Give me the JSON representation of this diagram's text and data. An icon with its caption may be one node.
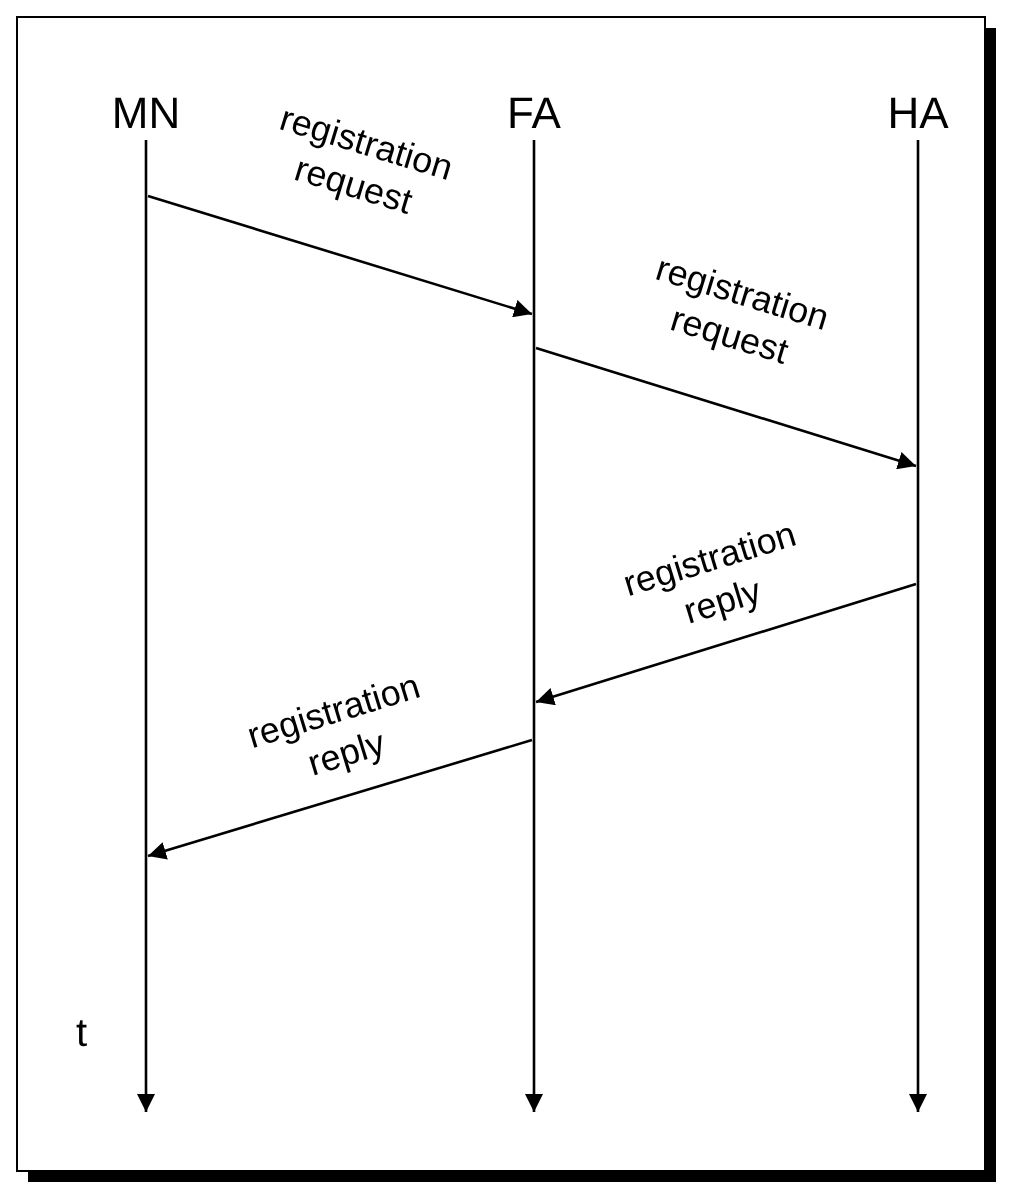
{
  "diagram": {
    "nodes": [
      {
        "text": [
          "MN"
        ]
      },
      {
        "text": [
          "FA"
        ]
      },
      {
        "text": [
          "HA"
        ]
      }
    ],
    "edges": [
      {
        "from": 0,
        "to": 1,
        "arrow": "to",
        "label": "registration request"
      },
      {
        "from": 1,
        "to": 2,
        "arrow": "to",
        "label": "registration request"
      },
      {
        "from": 2,
        "to": 1,
        "arrow": "to",
        "label": "registration reply"
      },
      {
        "from": 1,
        "to": 0,
        "arrow": "to",
        "label": "registration reply"
      }
    ],
    "labels": [
      "t"
    ]
  }
}
